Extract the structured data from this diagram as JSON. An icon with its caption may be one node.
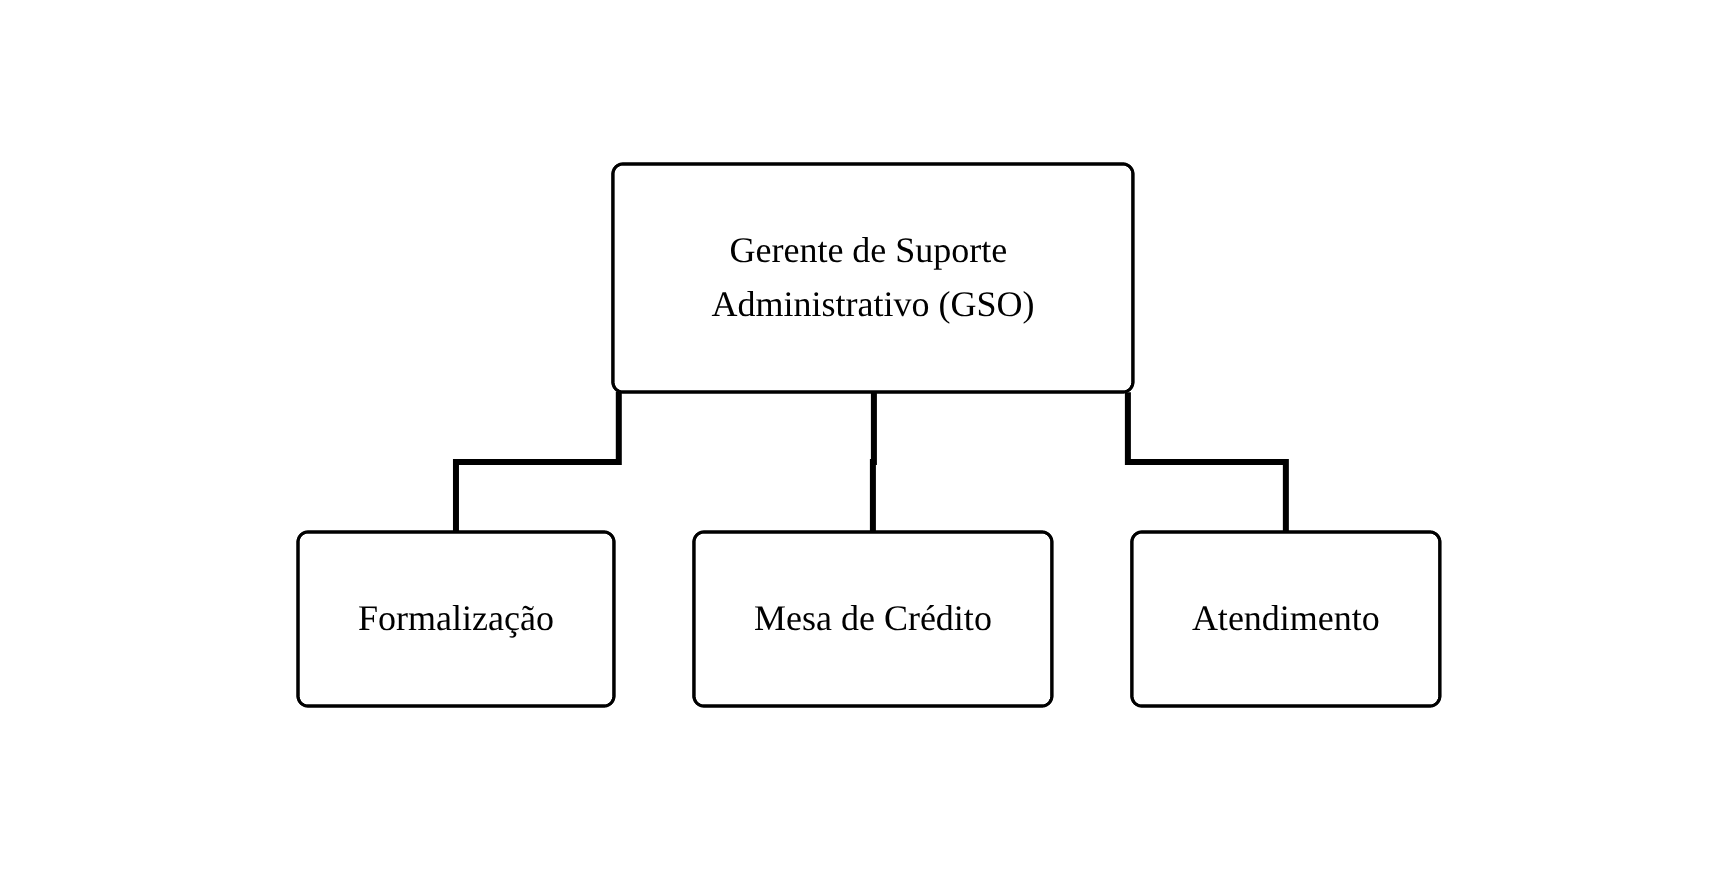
{
  "diagram": {
    "nodes": [
      {
        "text": [
          "Gerente de Suporte Administrativo (GSO)"
        ]
      },
      {
        "text": [
          "Formalização"
        ]
      },
      {
        "text": [
          "Mesa de Crédito"
        ]
      },
      {
        "text": [
          "Atendimento"
        ]
      }
    ],
    "edges": [
      {
        "from": 0,
        "to": 1,
        "arrow": "none"
      },
      {
        "from": 0,
        "to": 2,
        "arrow": "none"
      },
      {
        "from": 0,
        "to": 3,
        "arrow": "none"
      }
    ]
  }
}
